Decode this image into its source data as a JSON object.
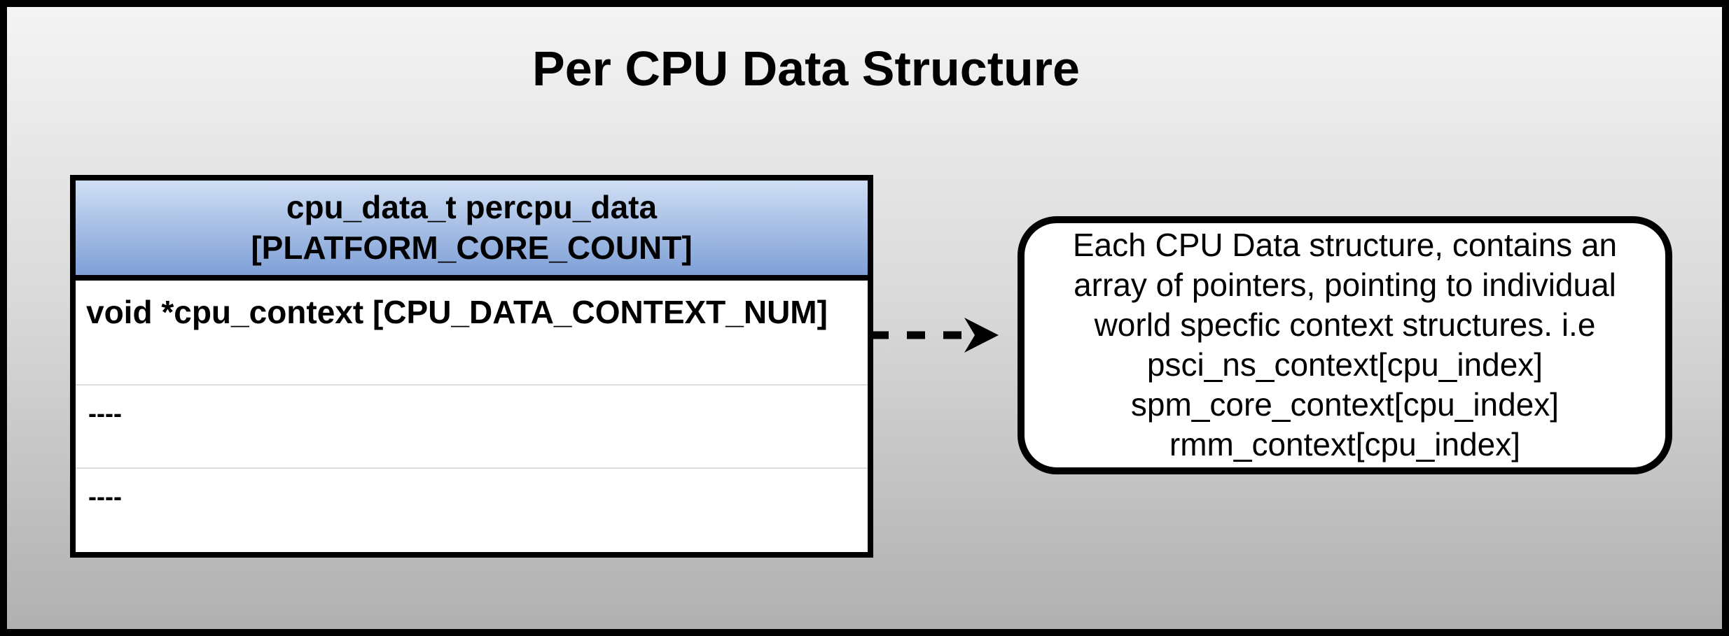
{
  "title": "Per CPU Data Structure",
  "table": {
    "header_line1": "cpu_data_t percpu_data",
    "header_line2": "[PLATFORM_CORE_COUNT]",
    "rows": [
      {
        "label": "void *cpu_context [CPU_DATA_CONTEXT_NUM]"
      },
      {
        "label": "----"
      },
      {
        "label": "----"
      }
    ]
  },
  "callout": {
    "lines": [
      "Each CPU Data structure, contains an",
      "array of pointers, pointing to individual",
      "world specfic context structures. i.e",
      "psci_ns_context[cpu_index]",
      "spm_core_context[cpu_index]",
      "rmm_context[cpu_index]"
    ]
  },
  "icons": {
    "arrow": "dashed-right-arrow"
  },
  "colors": {
    "header_gradient_top": "#cfdef4",
    "header_gradient_bottom": "#7fa0d7",
    "background_top": "#f4f4f4",
    "background_bottom": "#b0b0b0",
    "row_separator": "#dcdcdc",
    "border": "#000000",
    "text": "#000000"
  }
}
